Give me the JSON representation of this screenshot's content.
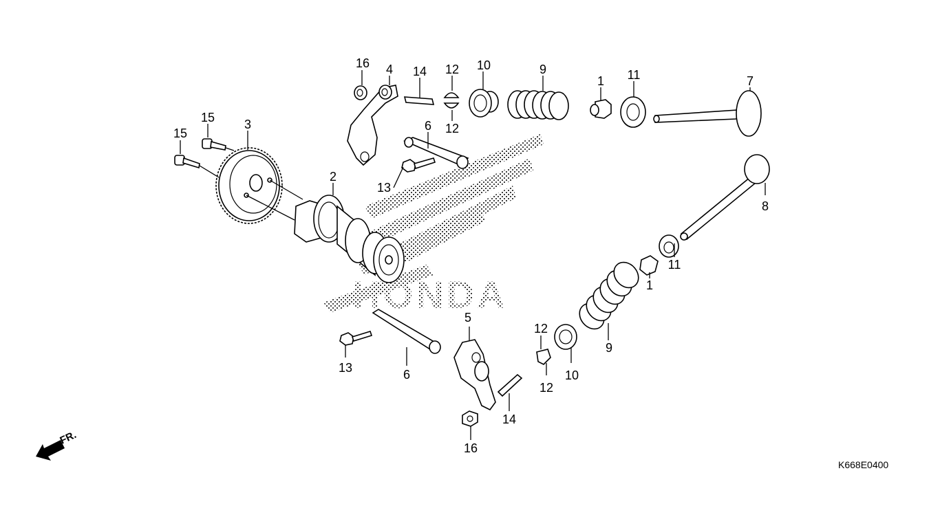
{
  "diagram": {
    "type": "exploded-parts-view",
    "title": "Camshaft / Valve assembly",
    "drawing_code": "K668E0400",
    "orientation_marker": {
      "label": "FR.",
      "icon": "front-direction-arrow-icon"
    },
    "watermark": {
      "text": "HONDA",
      "icon": "honda-wing-logo"
    },
    "callouts": [
      {
        "ref": "16",
        "part": "nut"
      },
      {
        "ref": "4",
        "part": "rocker arm (upper)"
      },
      {
        "ref": "14",
        "part": "adjusting screw"
      },
      {
        "ref": "12",
        "part": "valve cotter"
      },
      {
        "ref": "12",
        "part": "valve cotter"
      },
      {
        "ref": "10",
        "part": "valve spring retainer"
      },
      {
        "ref": "9",
        "part": "valve spring"
      },
      {
        "ref": "1",
        "part": "valve stem seal"
      },
      {
        "ref": "11",
        "part": "valve spring seat"
      },
      {
        "ref": "7",
        "part": "valve"
      },
      {
        "ref": "15",
        "part": "bolt"
      },
      {
        "ref": "15",
        "part": "bolt"
      },
      {
        "ref": "3",
        "part": "cam sprocket"
      },
      {
        "ref": "6",
        "part": "rocker arm shaft"
      },
      {
        "ref": "13",
        "part": "bolt"
      },
      {
        "ref": "2",
        "part": "camshaft"
      },
      {
        "ref": "8",
        "part": "valve"
      },
      {
        "ref": "11",
        "part": "valve spring seat"
      },
      {
        "ref": "1",
        "part": "valve stem seal"
      },
      {
        "ref": "5",
        "part": "rocker arm (lower)"
      },
      {
        "ref": "12",
        "part": "valve cotter"
      },
      {
        "ref": "12",
        "part": "valve cotter"
      },
      {
        "ref": "10",
        "part": "valve spring retainer"
      },
      {
        "ref": "9",
        "part": "valve spring"
      },
      {
        "ref": "13",
        "part": "bolt"
      },
      {
        "ref": "6",
        "part": "rocker arm shaft"
      },
      {
        "ref": "14",
        "part": "adjusting screw"
      },
      {
        "ref": "16",
        "part": "nut"
      }
    ]
  }
}
